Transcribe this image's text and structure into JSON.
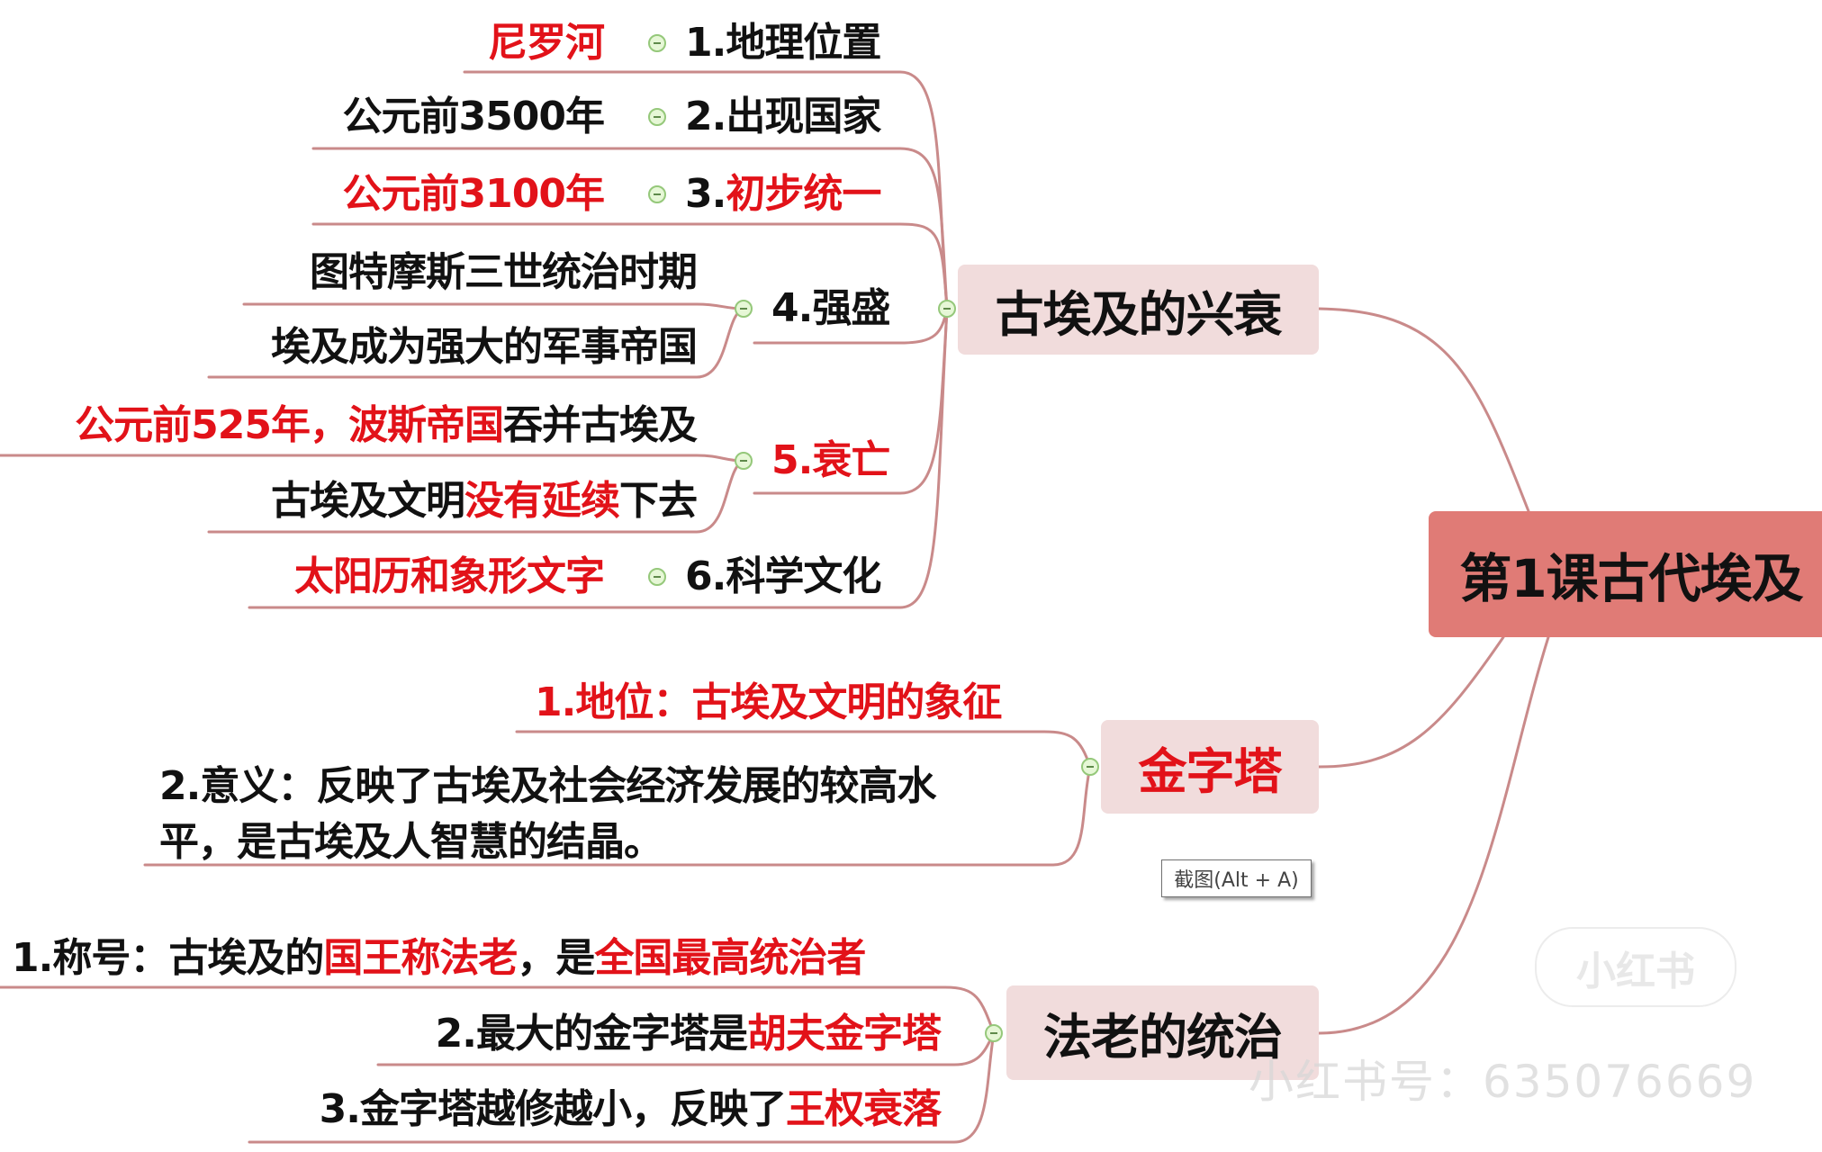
{
  "root": {
    "label": "第1课古代埃及"
  },
  "branches": {
    "rise_fall": {
      "label": "古埃及的兴衰",
      "topics": [
        {
          "label_prefix": "1.",
          "label": "地理位置",
          "detail": [
            {
              "text": "尼罗河",
              "red": true
            }
          ]
        },
        {
          "label_prefix": "2.",
          "label": "出现国家",
          "detail": [
            {
              "text": "公元前3500年",
              "red": false
            }
          ]
        },
        {
          "label_prefix": "3.",
          "label": "初步统一",
          "detail": [
            {
              "text": "公元前3100年",
              "red": true
            }
          ]
        },
        {
          "label_prefix": "4.",
          "label": "强盛",
          "children": [
            [
              {
                "text": "图特摩斯三世统治时期",
                "red": false
              }
            ],
            [
              {
                "text": "埃及成为强大的军事帝国",
                "red": false
              }
            ]
          ]
        },
        {
          "label_prefix": "5.",
          "label": "衰亡",
          "children": [
            [
              {
                "text": "公元前525年，",
                "red": true
              },
              {
                "text": "波斯帝国",
                "red": true
              },
              {
                "text": "吞并古埃及",
                "red": false
              }
            ],
            [
              {
                "text": "古埃及文明",
                "red": false
              },
              {
                "text": "没有延续",
                "red": true
              },
              {
                "text": "下去",
                "red": false
              }
            ]
          ]
        },
        {
          "label_prefix": "6.",
          "label": "科学文化",
          "detail": [
            {
              "text": "太阳历和象形文字",
              "red": true
            }
          ]
        }
      ]
    },
    "pyramid": {
      "label": "金字塔",
      "items": [
        {
          "text": "1.地位：古埃及文明的象征"
        },
        {
          "line1": "2.意义：反映了古埃及社会经济发展的较高水",
          "line2": "平，是古埃及人智慧的结晶。"
        }
      ]
    },
    "pharaoh": {
      "label": "法老的统治",
      "items": [
        [
          {
            "text": "1.称号：古埃及的",
            "red": false
          },
          {
            "text": "国王称法老",
            "red": true
          },
          {
            "text": "，是",
            "red": false
          },
          {
            "text": "全国最高统治者",
            "red": true
          }
        ],
        [
          {
            "text": "2.最大的金字塔是",
            "red": false
          },
          {
            "text": "胡夫金字塔",
            "red": true
          }
        ],
        [
          {
            "text": "3.金字塔越修越小，反映了",
            "red": false
          },
          {
            "text": "王权衰落",
            "red": true
          }
        ]
      ]
    }
  },
  "tooltip": {
    "text": "截图(Alt + A)"
  },
  "watermark": {
    "logo": "小红书",
    "text": "小红书号：635076669"
  },
  "colors": {
    "line": "#c98a8a",
    "root_fill": "#e07b76",
    "sub_fill": "#f1dcdc",
    "highlight": "#e21219",
    "toggle_fill": "#e6f7d6",
    "toggle_border": "#95c87a"
  }
}
